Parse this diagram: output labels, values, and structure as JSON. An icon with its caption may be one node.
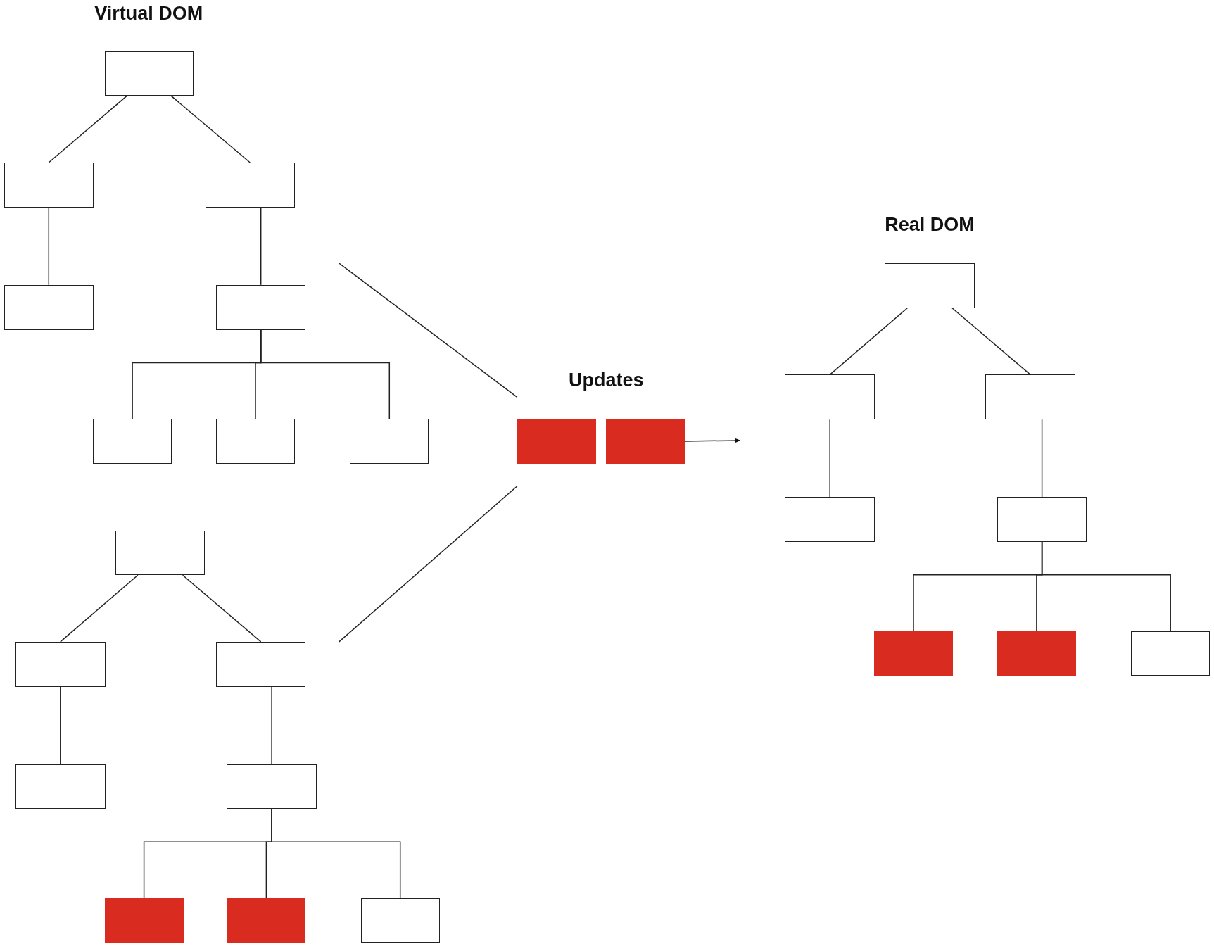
{
  "diagram": {
    "nodes": [
      {
        "text": [],
        "shape": "box"
      },
      {
        "text": [],
        "shape": "box"
      },
      {
        "text": [],
        "shape": "box"
      },
      {
        "text": [],
        "shape": "box"
      },
      {
        "text": [],
        "shape": "box"
      },
      {
        "text": [],
        "shape": "box"
      },
      {
        "text": [],
        "shape": "box"
      },
      {
        "text": [],
        "shape": "box"
      },
      {
        "text": [],
        "shape": "box"
      },
      {
        "text": [],
        "shape": "box"
      },
      {
        "text": [],
        "shape": "box"
      },
      {
        "text": [],
        "shape": "box"
      },
      {
        "text": [],
        "shape": "box"
      },
      {
        "text": [],
        "shape": "box"
      },
      {
        "text": [],
        "shape": "box"
      },
      {
        "text": [],
        "shape": "box"
      },
      {
        "text": [],
        "shape": "box"
      },
      {
        "text": [],
        "shape": "box"
      },
      {
        "text": [],
        "shape": "box"
      },
      {
        "text": [],
        "shape": "box"
      },
      {
        "text": [],
        "shape": "box"
      },
      {
        "text": [],
        "shape": "box"
      },
      {
        "text": [],
        "shape": "box"
      },
      {
        "text": [],
        "shape": "box"
      },
      {
        "text": [],
        "shape": "box"
      },
      {
        "text": [],
        "shape": "box"
      }
    ],
    "edges": [
      {
        "from": 0,
        "to": 1,
        "arrow": "none"
      },
      {
        "from": 0,
        "to": 2,
        "arrow": "none"
      },
      {
        "from": 1,
        "to": 3,
        "arrow": "none"
      },
      {
        "from": 2,
        "to": 4,
        "arrow": "none"
      },
      {
        "from": 4,
        "to": 5,
        "arrow": "none"
      },
      {
        "from": 4,
        "to": 6,
        "arrow": "none"
      },
      {
        "from": 4,
        "to": 7,
        "arrow": "none"
      },
      {
        "from": 8,
        "to": 9,
        "arrow": "none"
      },
      {
        "from": 8,
        "to": 10,
        "arrow": "none"
      },
      {
        "from": 9,
        "to": 11,
        "arrow": "none"
      },
      {
        "from": 10,
        "to": 12,
        "arrow": "none"
      },
      {
        "from": 12,
        "to": 13,
        "arrow": "none"
      },
      {
        "from": 12,
        "to": 14,
        "arrow": "none"
      },
      {
        "from": 12,
        "to": 15,
        "arrow": "none"
      },
      {
        "from": 17,
        "to": null,
        "arrow": "to"
      },
      {
        "from": 18,
        "to": 19,
        "arrow": "none"
      },
      {
        "from": 18,
        "to": 20,
        "arrow": "none"
      },
      {
        "from": 19,
        "to": 21,
        "arrow": "none"
      },
      {
        "from": 20,
        "to": 22,
        "arrow": "none"
      },
      {
        "from": 22,
        "to": 23,
        "arrow": "none"
      },
      {
        "from": 22,
        "to": 24,
        "arrow": "none"
      },
      {
        "from": 22,
        "to": 25,
        "arrow": "none"
      }
    ],
    "labels": [
      "Virtual DOM",
      "Real DOM",
      "Updates"
    ]
  }
}
